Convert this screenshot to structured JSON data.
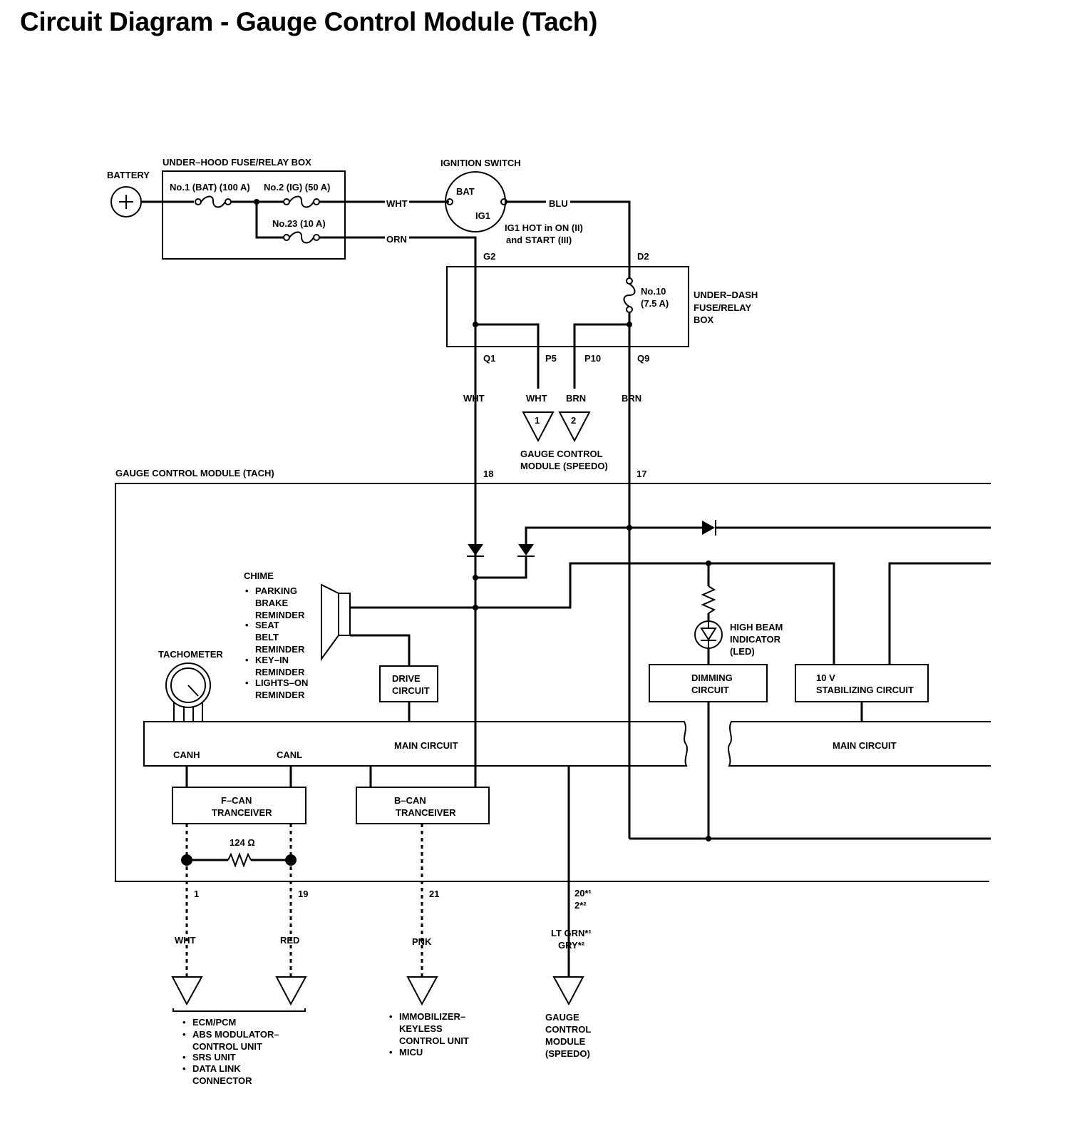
{
  "title": "Circuit Diagram - Gauge Control Module (Tach)",
  "diagram": {
    "battery": "BATTERY",
    "underhood_box": "UNDER–HOOD FUSE/RELAY BOX",
    "fuse1": "No.1 (BAT) (100 A)",
    "fuse2": "No.2 (IG) (50 A)",
    "fuse23": "No.23 (10 A)",
    "ignition_switch": "IGNITION SWITCH",
    "bat": "BAT",
    "ig1": "IG1",
    "ig1_note1": "IG1 HOT in ON (II)",
    "ig1_note2": "and START (III)",
    "wire_wht": "WHT",
    "wire_blu": "BLU",
    "wire_orn": "ORN",
    "wire_brn": "BRN",
    "wire_red": "RED",
    "wire_pnk": "PNK",
    "wire_ltgrn": "LT GRN*¹",
    "wire_gry": "GRY*²",
    "pin_g2": "G2",
    "pin_d2": "D2",
    "pin_q1": "Q1",
    "pin_p5": "P5",
    "pin_p10": "P10",
    "pin_q9": "Q9",
    "fuse10_a": "No.10",
    "fuse10_b": "(7.5 A)",
    "underdash_1": "UNDER–DASH",
    "underdash_2": "FUSE/RELAY",
    "underdash_3": "BOX",
    "conn1": "1",
    "conn2": "2",
    "gcm_speedo_1": "GAUGE CONTROL",
    "gcm_speedo_2": "MODULE (SPEEDO)",
    "gcm_tach": "GAUGE CONTROL MODULE (TACH)",
    "pin18": "18",
    "pin17": "17",
    "chime": "CHIME",
    "chime_items": [
      "PARKING",
      "BRAKE",
      "REMINDER",
      "SEAT",
      "BELT",
      "REMINDER",
      "KEY–IN",
      "REMINDER",
      "LIGHTS–ON",
      "REMINDER"
    ],
    "tachometer": "TACHOMETER",
    "drive_circuit_1": "DRIVE",
    "drive_circuit_2": "CIRCUIT",
    "high_beam_1": "HIGH BEAM",
    "high_beam_2": "INDICATOR",
    "high_beam_3": "(LED)",
    "dimming_1": "DIMMING",
    "dimming_2": "CIRCUIT",
    "stab_1": "10 V",
    "stab_2": "STABILIZING CIRCUIT",
    "main_circuit": "MAIN CIRCUIT",
    "canh": "CANH",
    "canl": "CANL",
    "fcan_1": "F–CAN",
    "fcan_2": "TRANCEIVER",
    "bcan_1": "B–CAN",
    "bcan_2": "TRANCEIVER",
    "resistor": "124 Ω",
    "pin1": "1",
    "pin19": "19",
    "pin21": "21",
    "pin20": "20*¹",
    "pin2": "2*²",
    "bottom_left": [
      "ECM/PCM",
      "ABS MODULATOR–",
      "CONTROL UNIT",
      "SRS UNIT",
      "DATA LINK",
      "CONNECTOR"
    ],
    "bottom_mid": [
      "IMMOBILIZER–",
      "KEYLESS",
      "CONTROL UNIT",
      "MICU"
    ],
    "bottom_right": [
      "GAUGE",
      "CONTROL",
      "MODULE",
      "(SPEEDO)"
    ]
  }
}
